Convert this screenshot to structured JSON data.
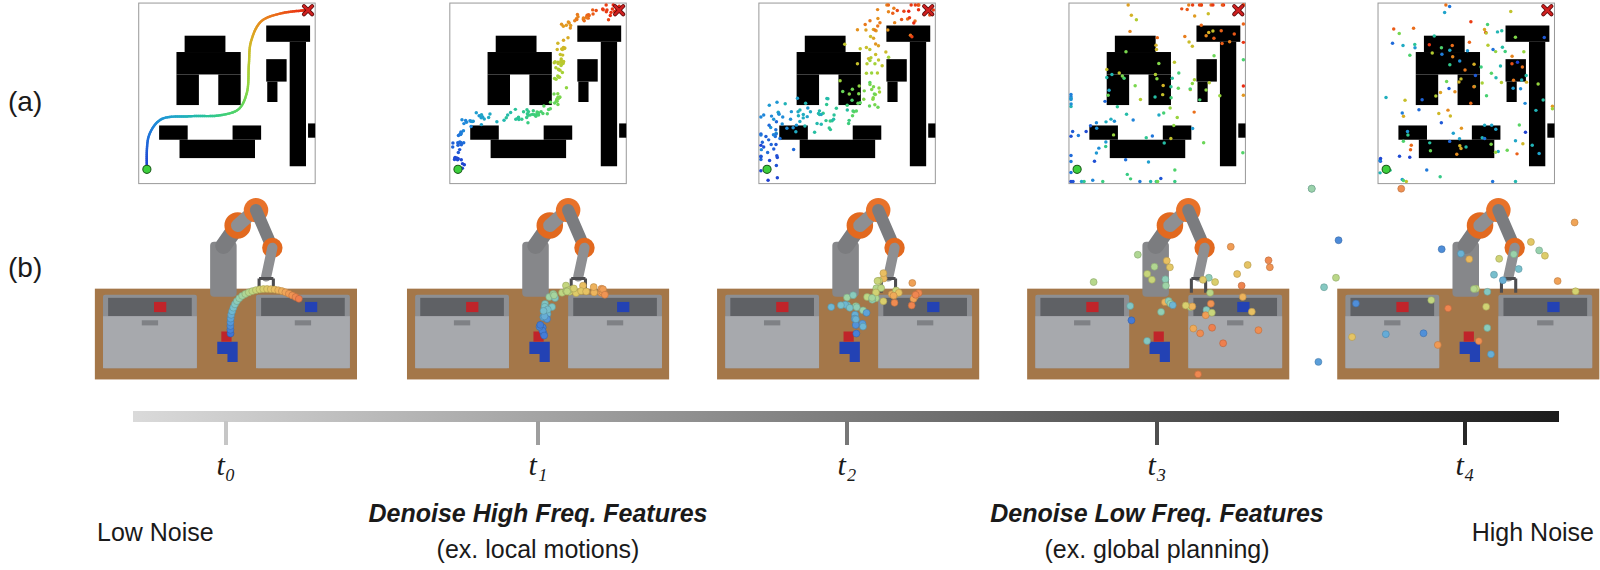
{
  "diagram": {
    "labels": [
      "(a)",
      "(b)",
      "t₀",
      "t₁",
      "t₂",
      "t₃",
      "t₄",
      "Low Noise",
      "Denoise High Freq. Features",
      "(ex. local motions)",
      "Denoise Low Freq. Features",
      "(ex. global planning)",
      "High Noise"
    ]
  }
}
